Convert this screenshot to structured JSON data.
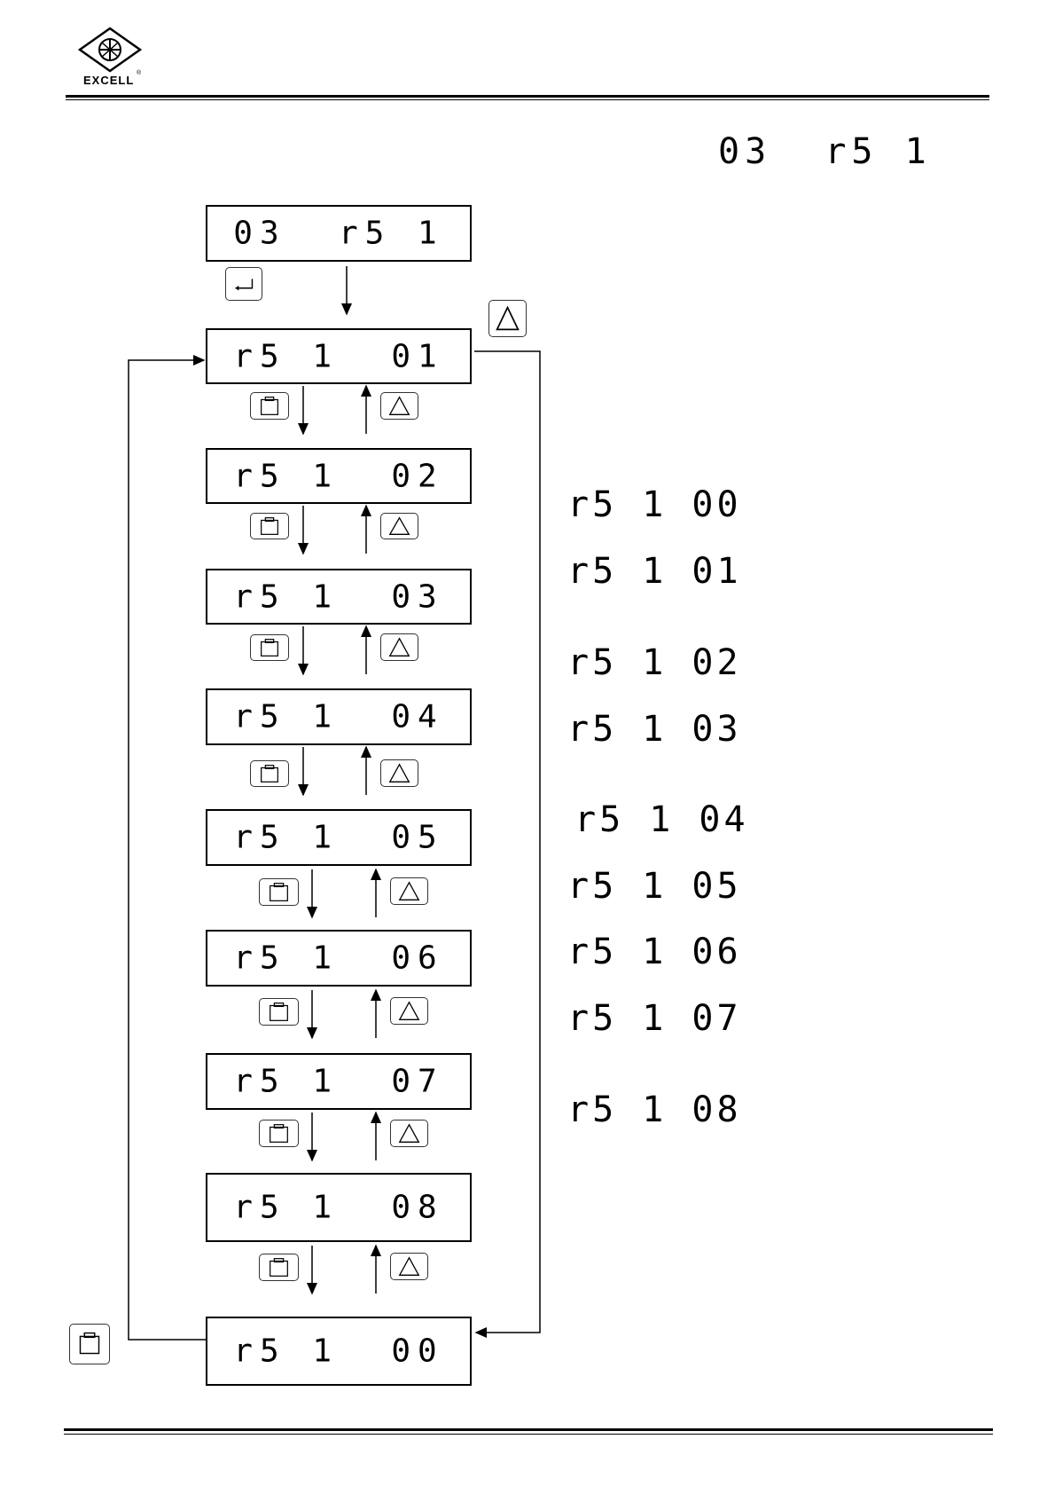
{
  "header": {
    "brand": "EXCELL",
    "registered": "®"
  },
  "heading_code": "03  r5 1",
  "flow": {
    "start": "03  r5 1",
    "steps": [
      "r5 1  01",
      "r5 1  02",
      "r5 1  03",
      "r5 1  04",
      "r5 1  05",
      "r5 1  06",
      "r5 1  07",
      "r5 1  08",
      "r5 1  00"
    ]
  },
  "side_list": [
    "r5 1 00",
    "r5 1 01",
    "r5 1 02",
    "r5 1 03",
    "r5 1 04",
    "r5 1 05",
    "r5 1 06",
    "r5 1 07",
    "r5 1 08"
  ],
  "icons": {
    "enter": "enter-icon",
    "weight": "weight-icon",
    "up": "up-triangle-icon"
  }
}
